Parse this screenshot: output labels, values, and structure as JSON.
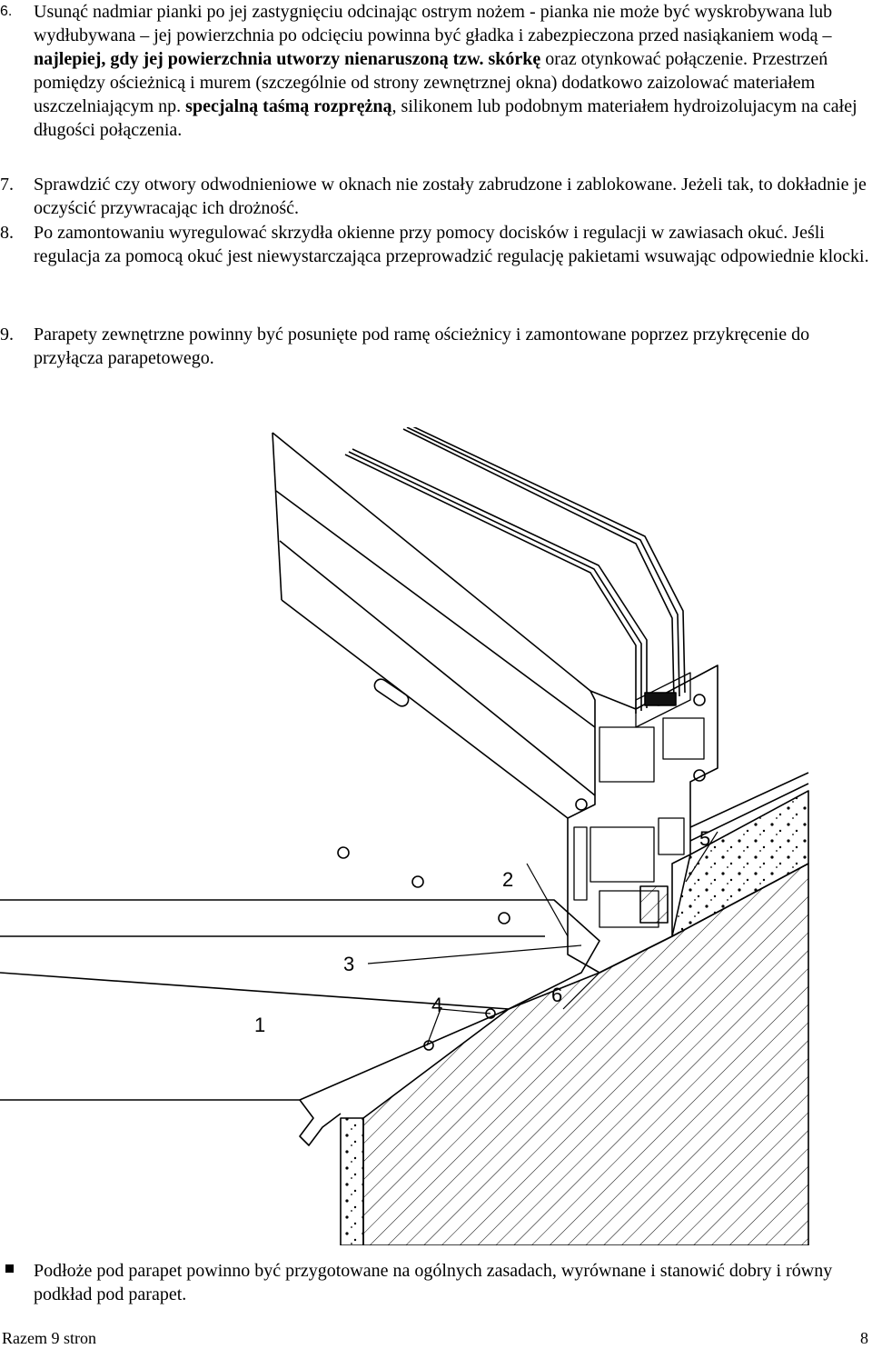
{
  "items": [
    {
      "num": "6.",
      "parts": [
        "Usunąć nadmiar pianki po jej zastygnięciu odcinając ostrym nożem - pianka nie może być wyskrobywana lub wydłubywana – jej powierzchnia po odcięciu powinna być gładka i zabezpieczona przed nasiąkaniem wodą – ",
        "najlepiej, gdy jej powierzchnia utworzy nienaruszoną tzw. skórkę",
        " oraz otynkować połączenie. Przestrzeń pomiędzy ościeżnicą i murem (szczególnie od strony zewnętrznej okna) dodatkowo zaizolować materiałem uszczelniającym np. ",
        "specjalną taśmą rozprężną",
        ", silikonem lub podobnym materiałem hydroizolujacym na całej długości połączenia."
      ]
    },
    {
      "num": "7.",
      "text": "Sprawdzić czy otwory odwodnieniowe w oknach nie zostały zabrudzone i zablokowane. Jeżeli tak, to dokładnie je oczyścić przywracając ich drożność."
    },
    {
      "num": "8.",
      "text": "Po zamontowaniu wyregulować skrzydła okienne przy pomocy docisków i regulacji w zawiasach okuć. Jeśli regulacja za pomocą okuć jest niewystarczająca przeprowadzić regulację pakietami wsuwając odpowiednie klocki."
    },
    {
      "num": "9.",
      "text": "Parapety zewnętrzne powinny być posunięte pod ramę ościeżnicy i zamontowane poprzez przykręcenie do przyłącza parapetowego."
    }
  ],
  "drawing": {
    "labels": [
      "1",
      "2",
      "3",
      "4",
      "5",
      "6"
    ]
  },
  "bullet": "Podłoże pod parapet powinno być przygotowane na ogólnych zasadach, wyrównane i stanowić dobry i równy podkład pod parapet.",
  "footer": {
    "left": "Razem 9 stron",
    "right": "8"
  }
}
